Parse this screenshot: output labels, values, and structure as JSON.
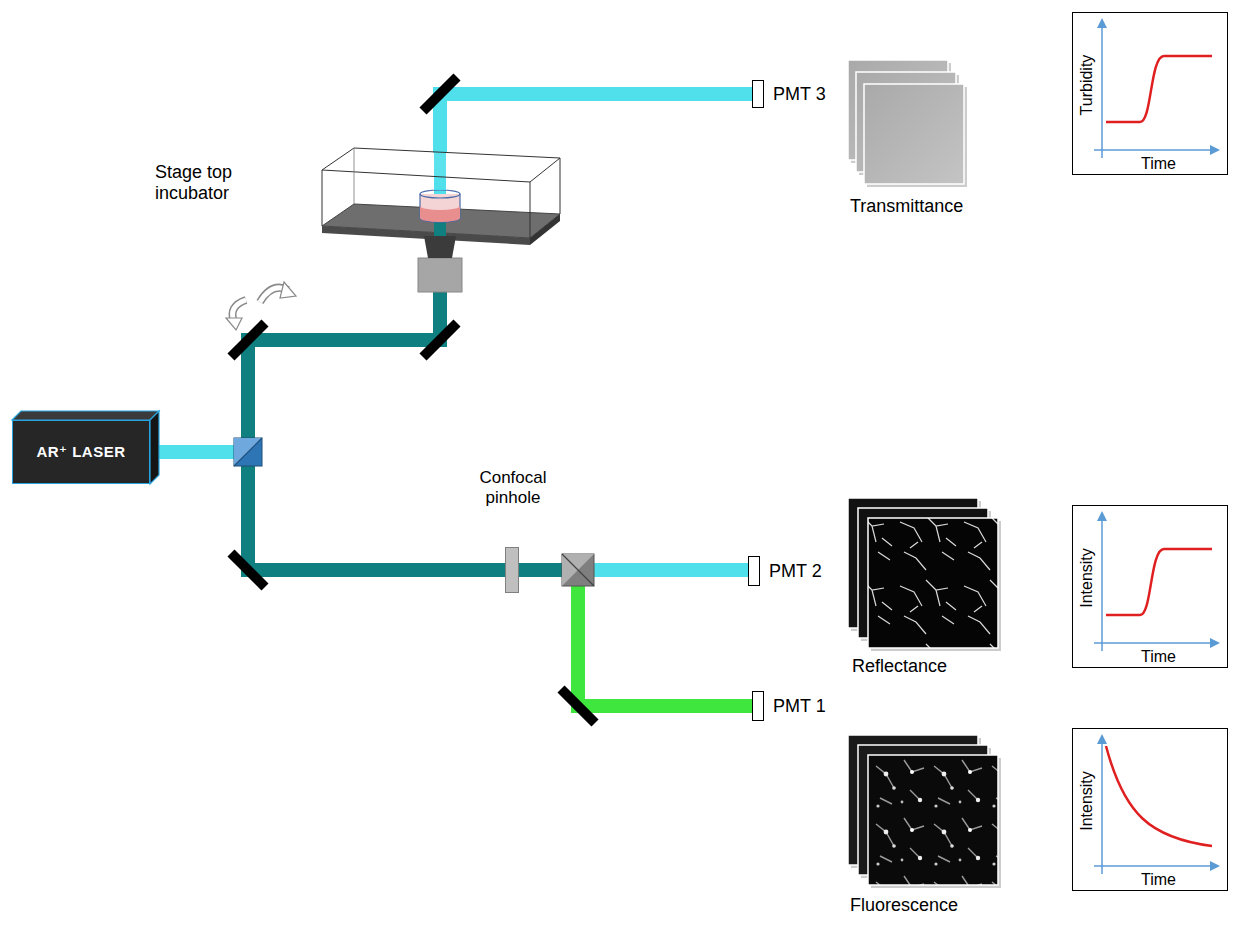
{
  "diagram": {
    "nodes": [
      {
        "text": [
          "PMT 3"
        ]
      },
      {
        "text": [
          "Turbidity",
          "Time"
        ]
      },
      {
        "text": [
          "Stage top incubator"
        ]
      },
      {
        "text": [
          "AR⁺ LASER"
        ]
      },
      {
        "text": [
          "Confocal pinhole"
        ]
      },
      {
        "text": [
          "PMT 2"
        ]
      },
      {
        "text": [
          "Intensity",
          "Time"
        ]
      },
      {
        "text": [
          "PMT 1"
        ]
      },
      {
        "text": [
          "Intensity",
          "Time"
        ]
      }
    ],
    "edges": [
      {
        "from": 3,
        "to": 2,
        "arrow": "none"
      },
      {
        "from": 2,
        "to": 0,
        "arrow": "none"
      },
      {
        "from": 3,
        "to": 4,
        "arrow": "none"
      },
      {
        "from": 4,
        "to": 5,
        "arrow": "none"
      },
      {
        "from": 4,
        "to": 7,
        "arrow": "none"
      }
    ],
    "labels": [
      "Transmittance",
      "Reflectance",
      "Fluorescence"
    ]
  }
}
